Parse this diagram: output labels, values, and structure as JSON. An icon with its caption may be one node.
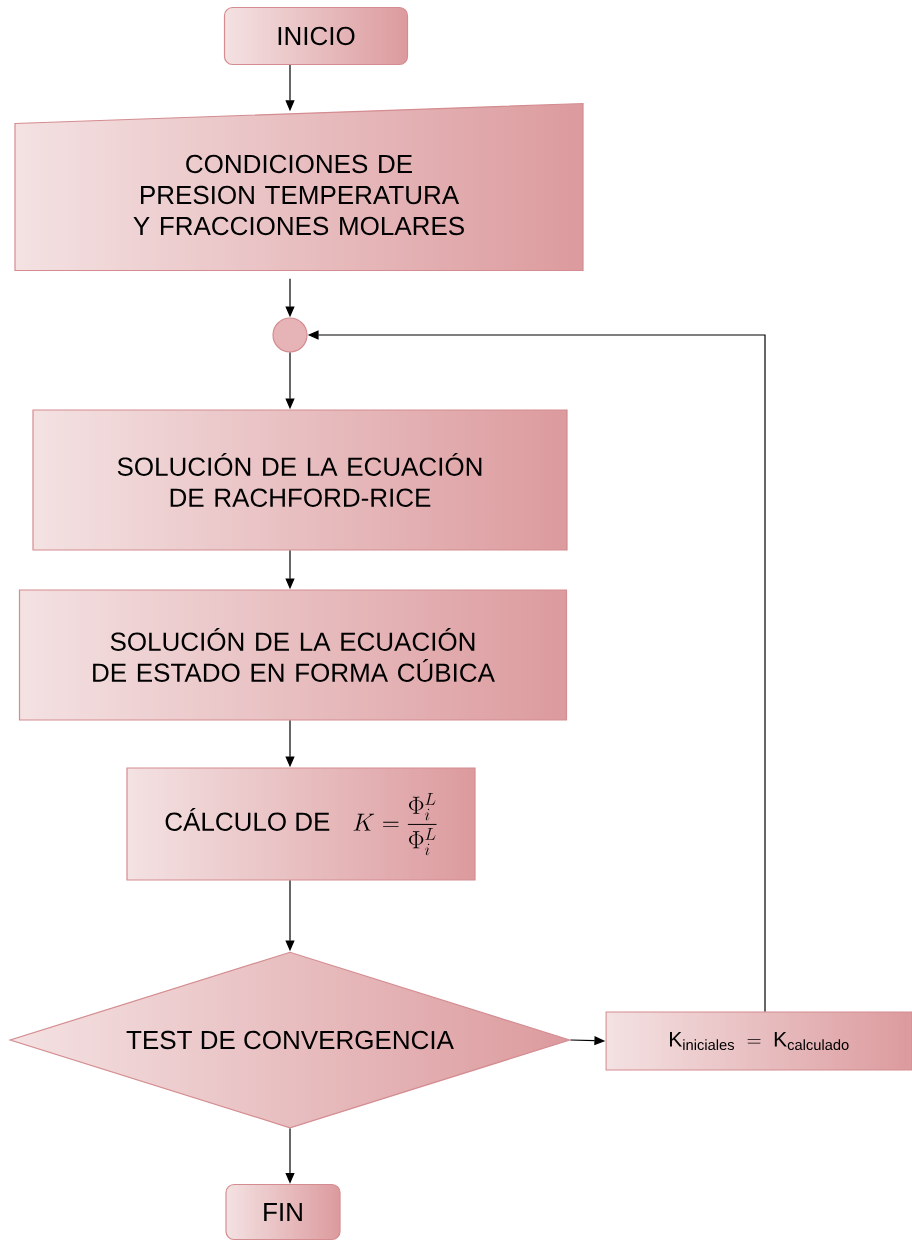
{
  "diagram": {
    "nodes": [
      {
        "text": [
          "INICIO"
        ]
      },
      {
        "text": [
          "CONDICIONES DE PRESION TEMPERATURA Y FRACCIONES MOLARES"
        ]
      },
      {
        "text": [],
        "shape": "circle"
      },
      {
        "text": [
          "SOLUCIÓN DE LA ECUACIÓN DE RACHFORD-RICE"
        ]
      },
      {
        "text": [
          "SOLUCIÓN DE LA ECUACIÓN DE ESTADO EN FORMA CÚBICA"
        ]
      },
      {
        "text": [
          "CÁLCULO DE",
          "K = \\frac{\\Phi_i^L}{\\Phi_i^L}"
        ]
      },
      {
        "text": [
          "TEST DE CONVERGENCIA"
        ]
      },
      {
        "text": [
          "\\text{K}_{\\text{iniciales}} = \\text{K}_{\\text{calculado}}"
        ]
      },
      {
        "text": [
          "FIN"
        ]
      }
    ],
    "edges": [
      {
        "from": 0,
        "to": 1,
        "arrow": "to"
      },
      {
        "from": 1,
        "to": 2,
        "arrow": "to"
      },
      {
        "from": 2,
        "to": 3,
        "arrow": "to"
      },
      {
        "from": 3,
        "to": 4,
        "arrow": "to"
      },
      {
        "from": 4,
        "to": 5,
        "arrow": "to"
      },
      {
        "from": 5,
        "to": 6,
        "arrow": "to"
      },
      {
        "from": 6,
        "to": 7,
        "arrow": "to"
      },
      {
        "from": 7,
        "to": 2,
        "arrow": "to"
      },
      {
        "from": 6,
        "to": 8,
        "arrow": "to"
      }
    ]
  }
}
